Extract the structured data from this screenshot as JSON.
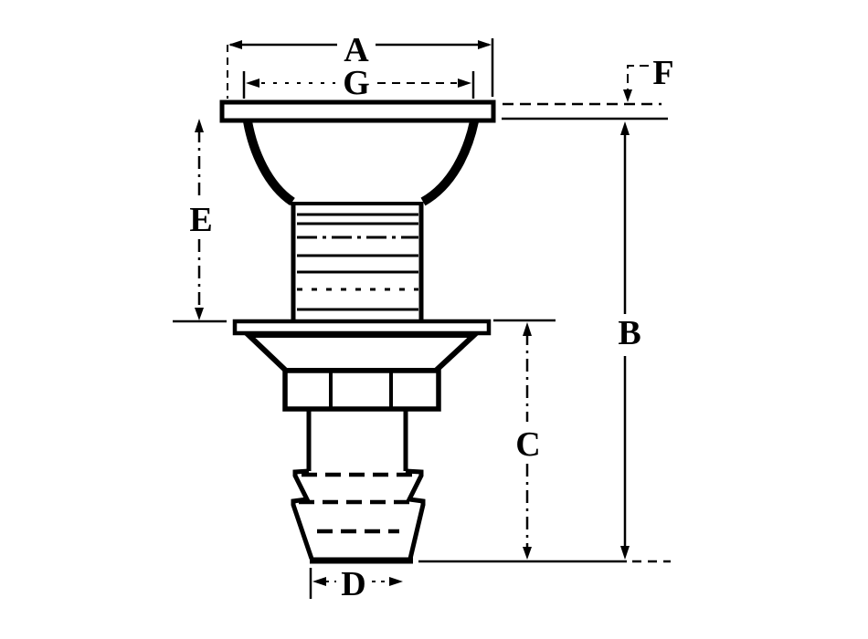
{
  "figure": {
    "background_color": "#ffffff",
    "ink_color": "#000000",
    "dimension_labels": {
      "A": "A",
      "G": "G",
      "F": "F",
      "E": "E",
      "B": "B",
      "C": "C",
      "D": "D"
    }
  }
}
